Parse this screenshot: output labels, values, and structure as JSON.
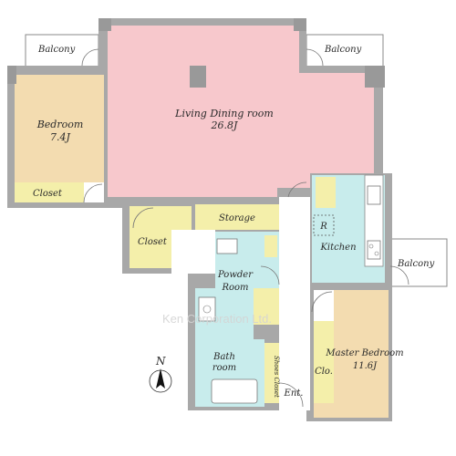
{
  "rooms": {
    "balcony_top_left": "Balcony",
    "balcony_top_right": "Balcony",
    "balcony_right": "Balcony",
    "living": {
      "name": "Living Dining room",
      "size": "26.8J"
    },
    "bedroom": {
      "name": "Bedroom",
      "size": "7.4J"
    },
    "bedroom_closet": "Closet",
    "closet": "Closet",
    "storage": "Storage",
    "kitchen": "Kitchen",
    "fridge": "R",
    "powder": {
      "line1": "Powder",
      "line2": "Room"
    },
    "bath": {
      "line1": "Bath",
      "line2": "room"
    },
    "shoes_closet": "Shoes Closet",
    "entrance": "Ent.",
    "master": {
      "name": "Master Bedroom",
      "size": "11.6J"
    },
    "master_closet": "Clo."
  },
  "compass": "N",
  "watermark": "Ken Corporation Ltd.",
  "colors": {
    "living": "#f7c8cc",
    "bedroom": "#f3dcb0",
    "closet": "#f4efaa",
    "wet": "#c8ecec",
    "wall": "#9a9a9a"
  }
}
